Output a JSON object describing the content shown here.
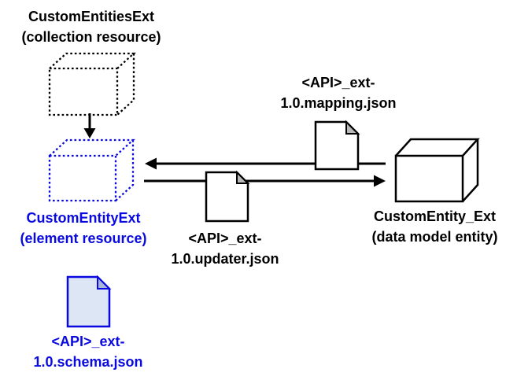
{
  "colors": {
    "ink": "#000000",
    "accent_blue": "#0a0ae0",
    "doc_blue_fill": "#dce6f5",
    "fold_grey": "#b8b8b8",
    "fold_blue": "#a9b6da",
    "background": "#ffffff"
  },
  "labels": {
    "collection": {
      "line1": "CustomEntitiesExt",
      "line2": "(collection resource)"
    },
    "element": {
      "line1": "CustomEntityExt",
      "line2": "(element resource)"
    },
    "data_model": {
      "line1": "CustomEntity_Ext",
      "line2": "(data model entity)"
    },
    "mapping_file": {
      "line1": "<API>_ext-",
      "line2": "1.0.mapping.json"
    },
    "updater_file": {
      "line1": "<API>_ext-",
      "line2": "1.0.updater.json"
    },
    "schema_file": {
      "line1": "<API>_ext-",
      "line2": "1.0.schema.json"
    }
  },
  "icons": {
    "collection_cube": "dashed-cube-icon",
    "element_cube": "dashed-cube-blue-icon",
    "entity_cube": "solid-cube-icon",
    "mapping_doc": "document-icon",
    "updater_doc": "document-icon",
    "schema_doc": "document-blue-icon",
    "down_arrow": "arrow-down-icon",
    "left_arrow": "arrow-left-icon",
    "right_arrow": "arrow-right-icon"
  }
}
